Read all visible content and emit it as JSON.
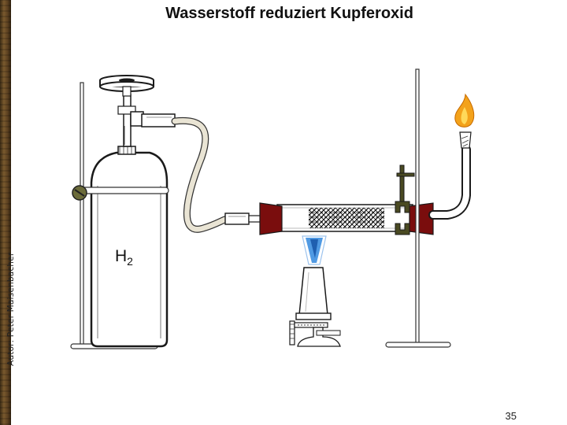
{
  "slide": {
    "title": "Wasserstoff reduziert Kupferoxid",
    "author_credit": "Autor: Peter Maisenbacher",
    "page_number": "35"
  },
  "diagram": {
    "gas_label": "H",
    "gas_label_subscript": "2",
    "colors": {
      "cylinder": "#ffffff",
      "outline": "#1a1a1a",
      "hose": "#e9e4d4",
      "stopper": "#7a0d0d",
      "copper_oxide": "#111111",
      "flame_blue": "#3d8fe0",
      "flame_yellow": "#f3a21b",
      "clamp": "#4a4a22",
      "frame_bar": "#5b4020"
    }
  }
}
